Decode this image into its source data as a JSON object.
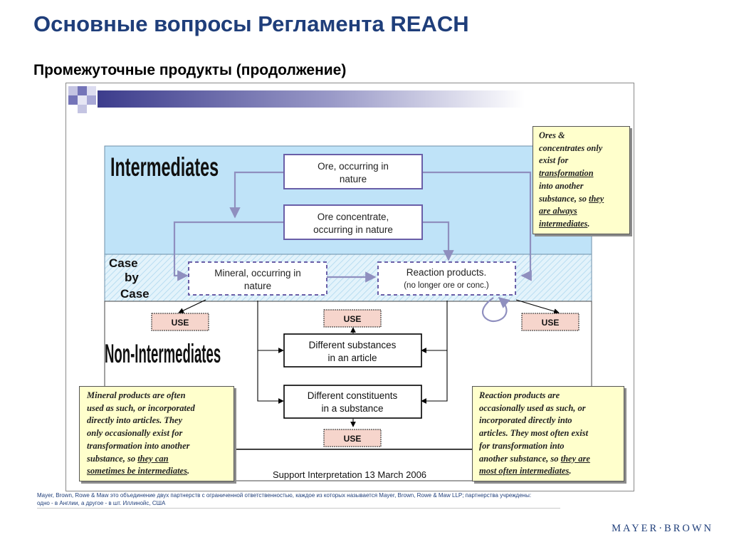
{
  "slide": {
    "title": "Основные вопросы Регламента REACH",
    "subtitle": "Промежуточные продукты (продолжение)"
  },
  "diagram": {
    "zones": {
      "intermediates": "Intermediates",
      "case_by_case": [
        "Case",
        "by",
        "Case"
      ],
      "non_intermediates": "Non-Intermediates"
    },
    "boxes": {
      "ore_nature": [
        "Ore, occurring in",
        "nature"
      ],
      "ore_concentrate": [
        "Ore concentrate,",
        "occurring in nature"
      ],
      "mineral": [
        "Mineral, occurring in",
        "nature"
      ],
      "reaction_products": [
        "Reaction products.",
        "(no longer ore or conc.)"
      ],
      "different_substances": [
        "Different substances",
        "in an article"
      ],
      "different_constituents": [
        "Different constituents",
        "in a substance"
      ]
    },
    "use_label": "USE",
    "caption": "Support Interpretation 13 March 2006",
    "notes": {
      "ores": {
        "lines": [
          "Ores &",
          "concentrates only",
          "exist for"
        ],
        "u1": "transformation",
        "after_u1": [
          "into another"
        ],
        "line_before_u2": "substance, so",
        "u2": [
          "they",
          "are always",
          "intermediates"
        ],
        "end": "."
      },
      "mineral": {
        "lines": [
          "Mineral products are often",
          "used as such, or incorporated",
          "directly into articles. They",
          "only occasionally exist for",
          "transformation into another"
        ],
        "line_before_u": "substance, so",
        "u": [
          "they can",
          "sometimes be intermediates"
        ],
        "end": "."
      },
      "reaction": {
        "lines": [
          "Reaction products are",
          "occasionally used as such, or",
          "incorporated directly into",
          "articles. They most often exist",
          "for transformation into"
        ],
        "line_before_u": "another substance, so",
        "u": [
          "they are",
          "most often intermediates"
        ],
        "end": "."
      }
    }
  },
  "footer": {
    "disclaimer_line1": "Mayer, Brown, Rowe & Maw это объединение двух партнерств с ограниченной ответственностью, каждое из которых называется Mayer, Brown, Rowe & Maw LLP; партнерства учреждены:",
    "disclaimer_line2": "одно - в Англии, а другое - в шт. Иллинойс, США",
    "logo": "MAYER·BROWN"
  },
  "colors": {
    "title": "#1f3e7a",
    "intermediates_zone": "#bfe3f8",
    "case_zone": "#e3f3fb",
    "note_fill": "#ffffcc",
    "use_fill": "#f6d5cc",
    "box_border": "#6a5fa8"
  }
}
